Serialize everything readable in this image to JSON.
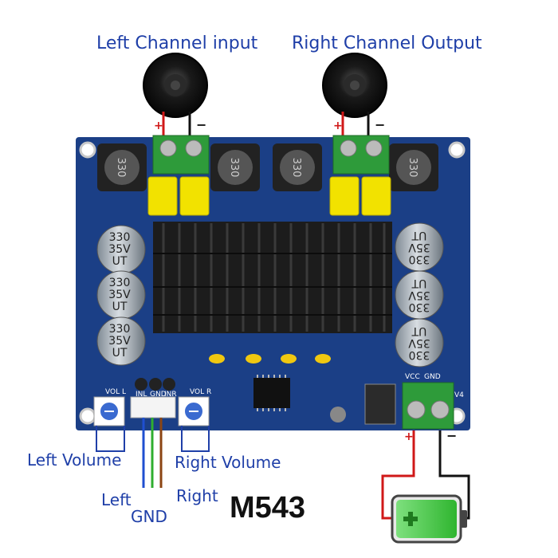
{
  "labels": {
    "left_channel_input": "Left Channel input",
    "right_channel_output": "Right Channel Output",
    "left_volume": "Left Volume",
    "right_volume": "Right Volume",
    "left": "Left",
    "gnd": "GND",
    "right": "Right",
    "model": "M543"
  },
  "board": {
    "inductor_marking": "330",
    "cap_value": "330",
    "cap_voltage": "35V",
    "cap_series": "UT",
    "vol_l": "VOL L",
    "vol_r": "VOL R",
    "inl": "INL",
    "gnd": "GND",
    "inr": "INR",
    "vcc": "VCC",
    "gnd2": "GND",
    "v4": "V4",
    "plus": "+",
    "minus": "−"
  },
  "colors": {
    "board": "#1b3f86",
    "heatsink": "#1c1c1c",
    "terminal": "#2e9b3a",
    "film_cap": "#f2e200",
    "wire_red": "#d01818",
    "wire_black": "#111111",
    "label_blue": "#1f3fa8",
    "battery_green": "#3cc23c"
  }
}
